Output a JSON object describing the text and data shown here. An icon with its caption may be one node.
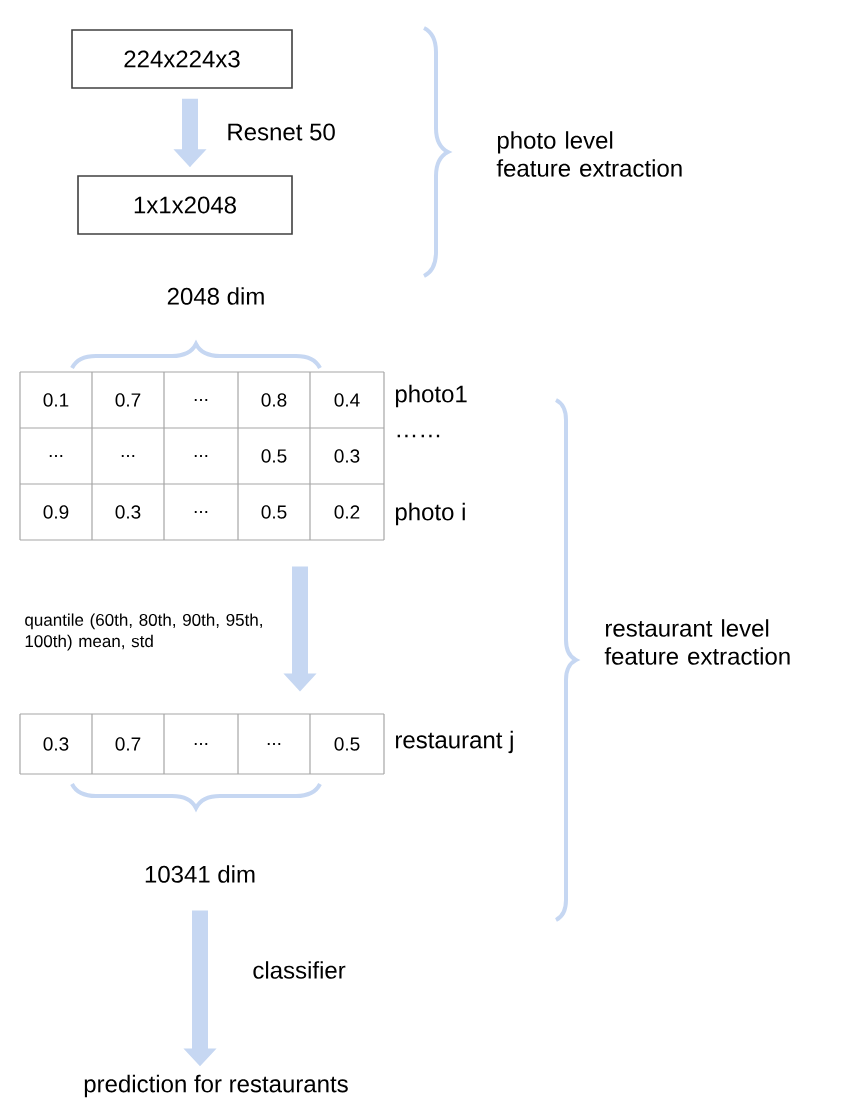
{
  "diagram": {
    "nodes": [
      {
        "text": [
          "224x224x3"
        ]
      },
      {
        "text": [
          "1x1x2048"
        ]
      },
      {
        "text": [
          "0.1",
          "0.7",
          "...",
          "0.8",
          "0.4",
          "...",
          "...",
          "...",
          "0.5",
          "0.3",
          "0.9",
          "0.3",
          "...",
          "0.5",
          "0.2"
        ],
        "beside": [
          "photo1",
          "……",
          "photo i"
        ]
      },
      {
        "text": [
          "0.3",
          "0.7",
          "...",
          "...",
          "0.5"
        ],
        "beside": [
          "restaurant j"
        ]
      },
      {
        "text": [
          "prediction for restaurants"
        ]
      }
    ],
    "edges": [
      {
        "from": 0,
        "to": 1,
        "arrow": "to",
        "label": "Resnet 50"
      },
      {
        "from": 2,
        "to": 3,
        "arrow": "to",
        "label": "quantile (60th, 80th, 90th, 95th, 100th) mean, std"
      },
      {
        "from": 3,
        "to": 4,
        "arrow": "to",
        "label": "classifier"
      }
    ],
    "labels": [
      "photo level feature extraction",
      "2048 dim",
      "restaurant level feature extraction",
      "10341 dim"
    ]
  }
}
